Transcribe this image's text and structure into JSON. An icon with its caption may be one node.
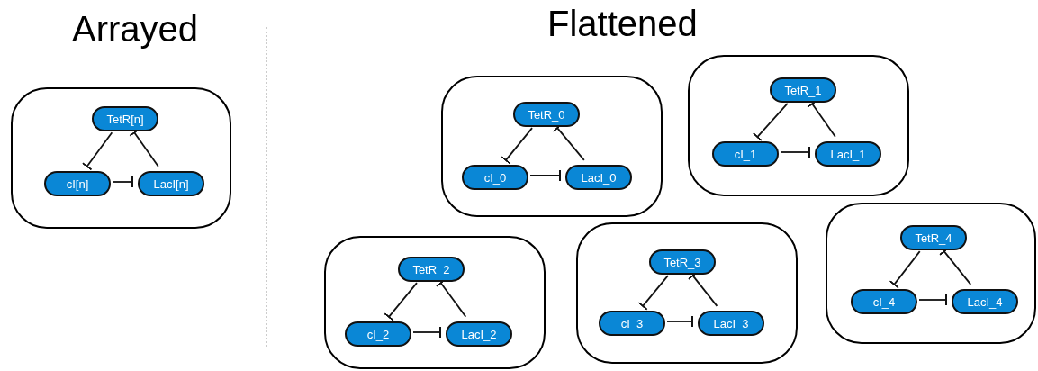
{
  "diagram": {
    "nodes": [
      {
        "text": [],
        "shape": "box"
      },
      {
        "text": [
          "TetR[n]"
        ],
        "in": 0
      },
      {
        "text": [
          "cI[n]"
        ],
        "in": 0
      },
      {
        "text": [
          "LacI[n]"
        ],
        "in": 0
      },
      {
        "text": [],
        "shape": "box"
      },
      {
        "text": [
          "TetR_0"
        ],
        "in": 4
      },
      {
        "text": [
          "cI_0"
        ],
        "in": 4
      },
      {
        "text": [
          "LacI_0"
        ],
        "in": 4
      },
      {
        "text": [],
        "shape": "box"
      },
      {
        "text": [
          "TetR_1"
        ],
        "in": 8
      },
      {
        "text": [
          "cI_1"
        ],
        "in": 8
      },
      {
        "text": [
          "LacI_1"
        ],
        "in": 8
      },
      {
        "text": [],
        "shape": "box"
      },
      {
        "text": [
          "TetR_2"
        ],
        "in": 12
      },
      {
        "text": [
          "cI_2"
        ],
        "in": 12
      },
      {
        "text": [
          "LacI_2"
        ],
        "in": 12
      },
      {
        "text": [],
        "shape": "box"
      },
      {
        "text": [
          "TetR_3"
        ],
        "in": 16
      },
      {
        "text": [
          "cI_3"
        ],
        "in": 16
      },
      {
        "text": [
          "LacI_3"
        ],
        "in": 16
      },
      {
        "text": [],
        "shape": "box"
      },
      {
        "text": [
          "TetR_4"
        ],
        "in": 20
      },
      {
        "text": [
          "cI_4"
        ],
        "in": 20
      },
      {
        "text": [
          "LacI_4"
        ],
        "in": 20
      }
    ],
    "edges": [
      {
        "from": 1,
        "to": 2,
        "arrow": "other"
      },
      {
        "from": 2,
        "to": 3,
        "arrow": "other"
      },
      {
        "from": 3,
        "to": 1,
        "arrow": "other"
      },
      {
        "from": 5,
        "to": 6,
        "arrow": "other"
      },
      {
        "from": 6,
        "to": 7,
        "arrow": "other"
      },
      {
        "from": 7,
        "to": 5,
        "arrow": "other"
      },
      {
        "from": 9,
        "to": 10,
        "arrow": "other"
      },
      {
        "from": 10,
        "to": 11,
        "arrow": "other"
      },
      {
        "from": 11,
        "to": 9,
        "arrow": "other"
      },
      {
        "from": 13,
        "to": 14,
        "arrow": "other"
      },
      {
        "from": 14,
        "to": 15,
        "arrow": "other"
      },
      {
        "from": 15,
        "to": 13,
        "arrow": "other"
      },
      {
        "from": 17,
        "to": 18,
        "arrow": "other"
      },
      {
        "from": 18,
        "to": 19,
        "arrow": "other"
      },
      {
        "from": 19,
        "to": 17,
        "arrow": "other"
      },
      {
        "from": 21,
        "to": 22,
        "arrow": "other"
      },
      {
        "from": 22,
        "to": 23,
        "arrow": "other"
      },
      {
        "from": 23,
        "to": 21,
        "arrow": "other"
      }
    ],
    "labels": [
      "Arrayed",
      "Flattened"
    ]
  }
}
